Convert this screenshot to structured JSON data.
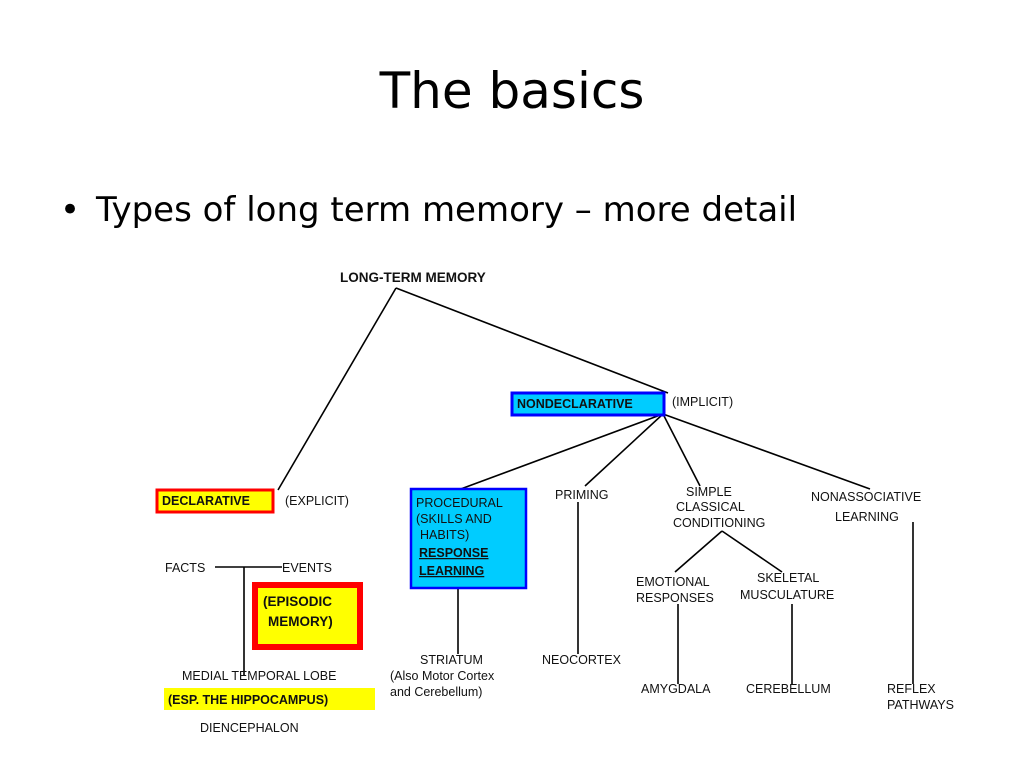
{
  "slide": {
    "title": "The basics",
    "bullet": "Types of long term memory – more detail"
  },
  "diagram": {
    "root": "LONG-TERM MEMORY",
    "declarative": "DECLARATIVE",
    "explicit": "(EXPLICIT)",
    "nondeclarative": "NONDECLARATIVE",
    "implicit": "(IMPLICIT)",
    "facts": "FACTS",
    "events": "EVENTS",
    "episodic_1": "(EPISODIC",
    "episodic_2": "MEMORY)",
    "medial_temporal_lobe": "MEDIAL TEMPORAL LOBE",
    "hippocampus": "(ESP. THE HIPPOCAMPUS)",
    "diencephalon": "DIENCEPHALON",
    "procedural_1": "PROCEDURAL",
    "procedural_2": "(SKILLS AND",
    "procedural_3": "HABITS)",
    "response_1": "RESPONSE",
    "response_2": "LEARNING",
    "striatum_1": "STRIATUM",
    "striatum_2": "(Also Motor Cortex",
    "striatum_3": "and Cerebellum)",
    "priming": "PRIMING",
    "neocortex": "NEOCORTEX",
    "classical_1": "SIMPLE",
    "classical_2": "CLASSICAL",
    "classical_3": "CONDITIONING",
    "emotional_1": "EMOTIONAL",
    "emotional_2": "RESPONSES",
    "skeletal_1": "SKELETAL",
    "skeletal_2": "MUSCULATURE",
    "amygdala": "AMYGDALA",
    "cerebellum": "CEREBELLUM",
    "nonassociative_1": "NONASSOCIATIVE",
    "nonassociative_2": "LEARNING",
    "reflex_1": "REFLEX",
    "reflex_2": "PATHWAYS"
  },
  "colors": {
    "declarative_fill": "#ffff00",
    "declarative_border": "#ff0000",
    "episodic_fill": "#ffff00",
    "episodic_border": "#ff0000",
    "nondeclarative_fill": "#00ccff",
    "nondeclarative_border": "#0000ff",
    "procedural_fill": "#00ccff",
    "procedural_border": "#0000ff",
    "hippocampus_fill": "#ffff00"
  }
}
